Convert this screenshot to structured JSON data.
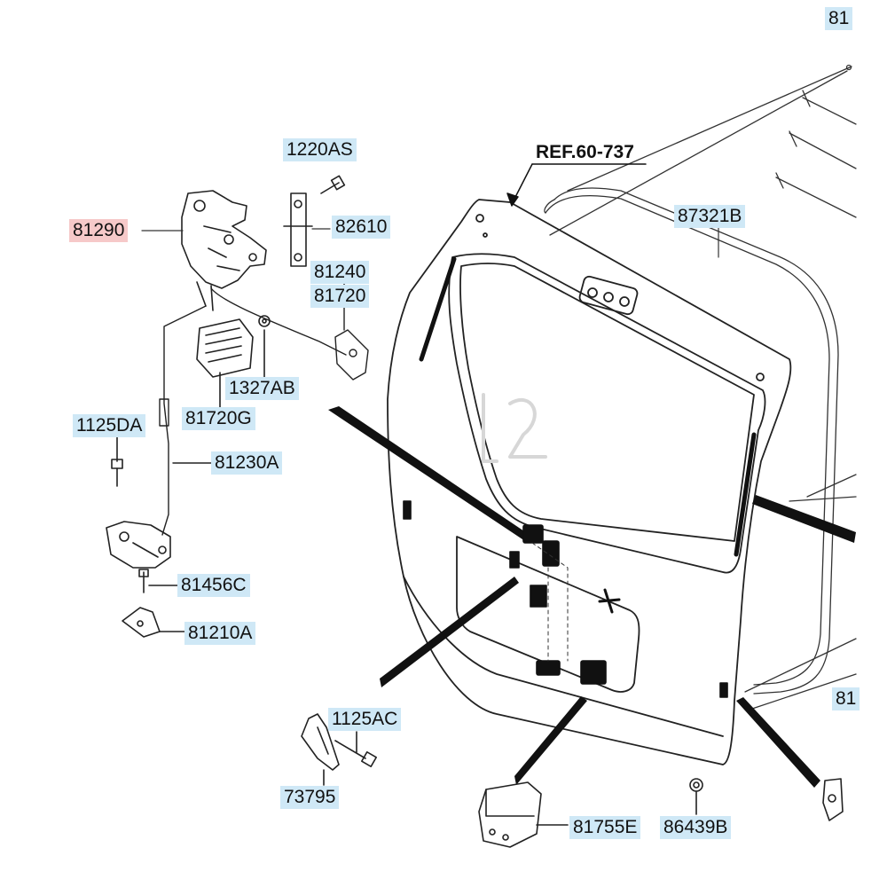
{
  "diagram": {
    "reference": "REF.60-737",
    "parts": {
      "p1220AS": "1220AS",
      "p82610": "82610",
      "p81290": "81290",
      "p81240": "81240",
      "p81720": "81720",
      "p1327AB": "1327AB",
      "p81720G": "81720G",
      "p1125DA": "1125DA",
      "p81230A": "81230A",
      "p81456C": "81456C",
      "p81210A": "81210A",
      "p1125AC": "1125AC",
      "p73795": "73795",
      "p81755E": "81755E",
      "p86439B": "86439B",
      "p87321B": "87321B",
      "cut_top": "81",
      "cut_right": "81"
    },
    "highlight_color": "#f6c9c9",
    "label_color": "#cfe8f6"
  }
}
